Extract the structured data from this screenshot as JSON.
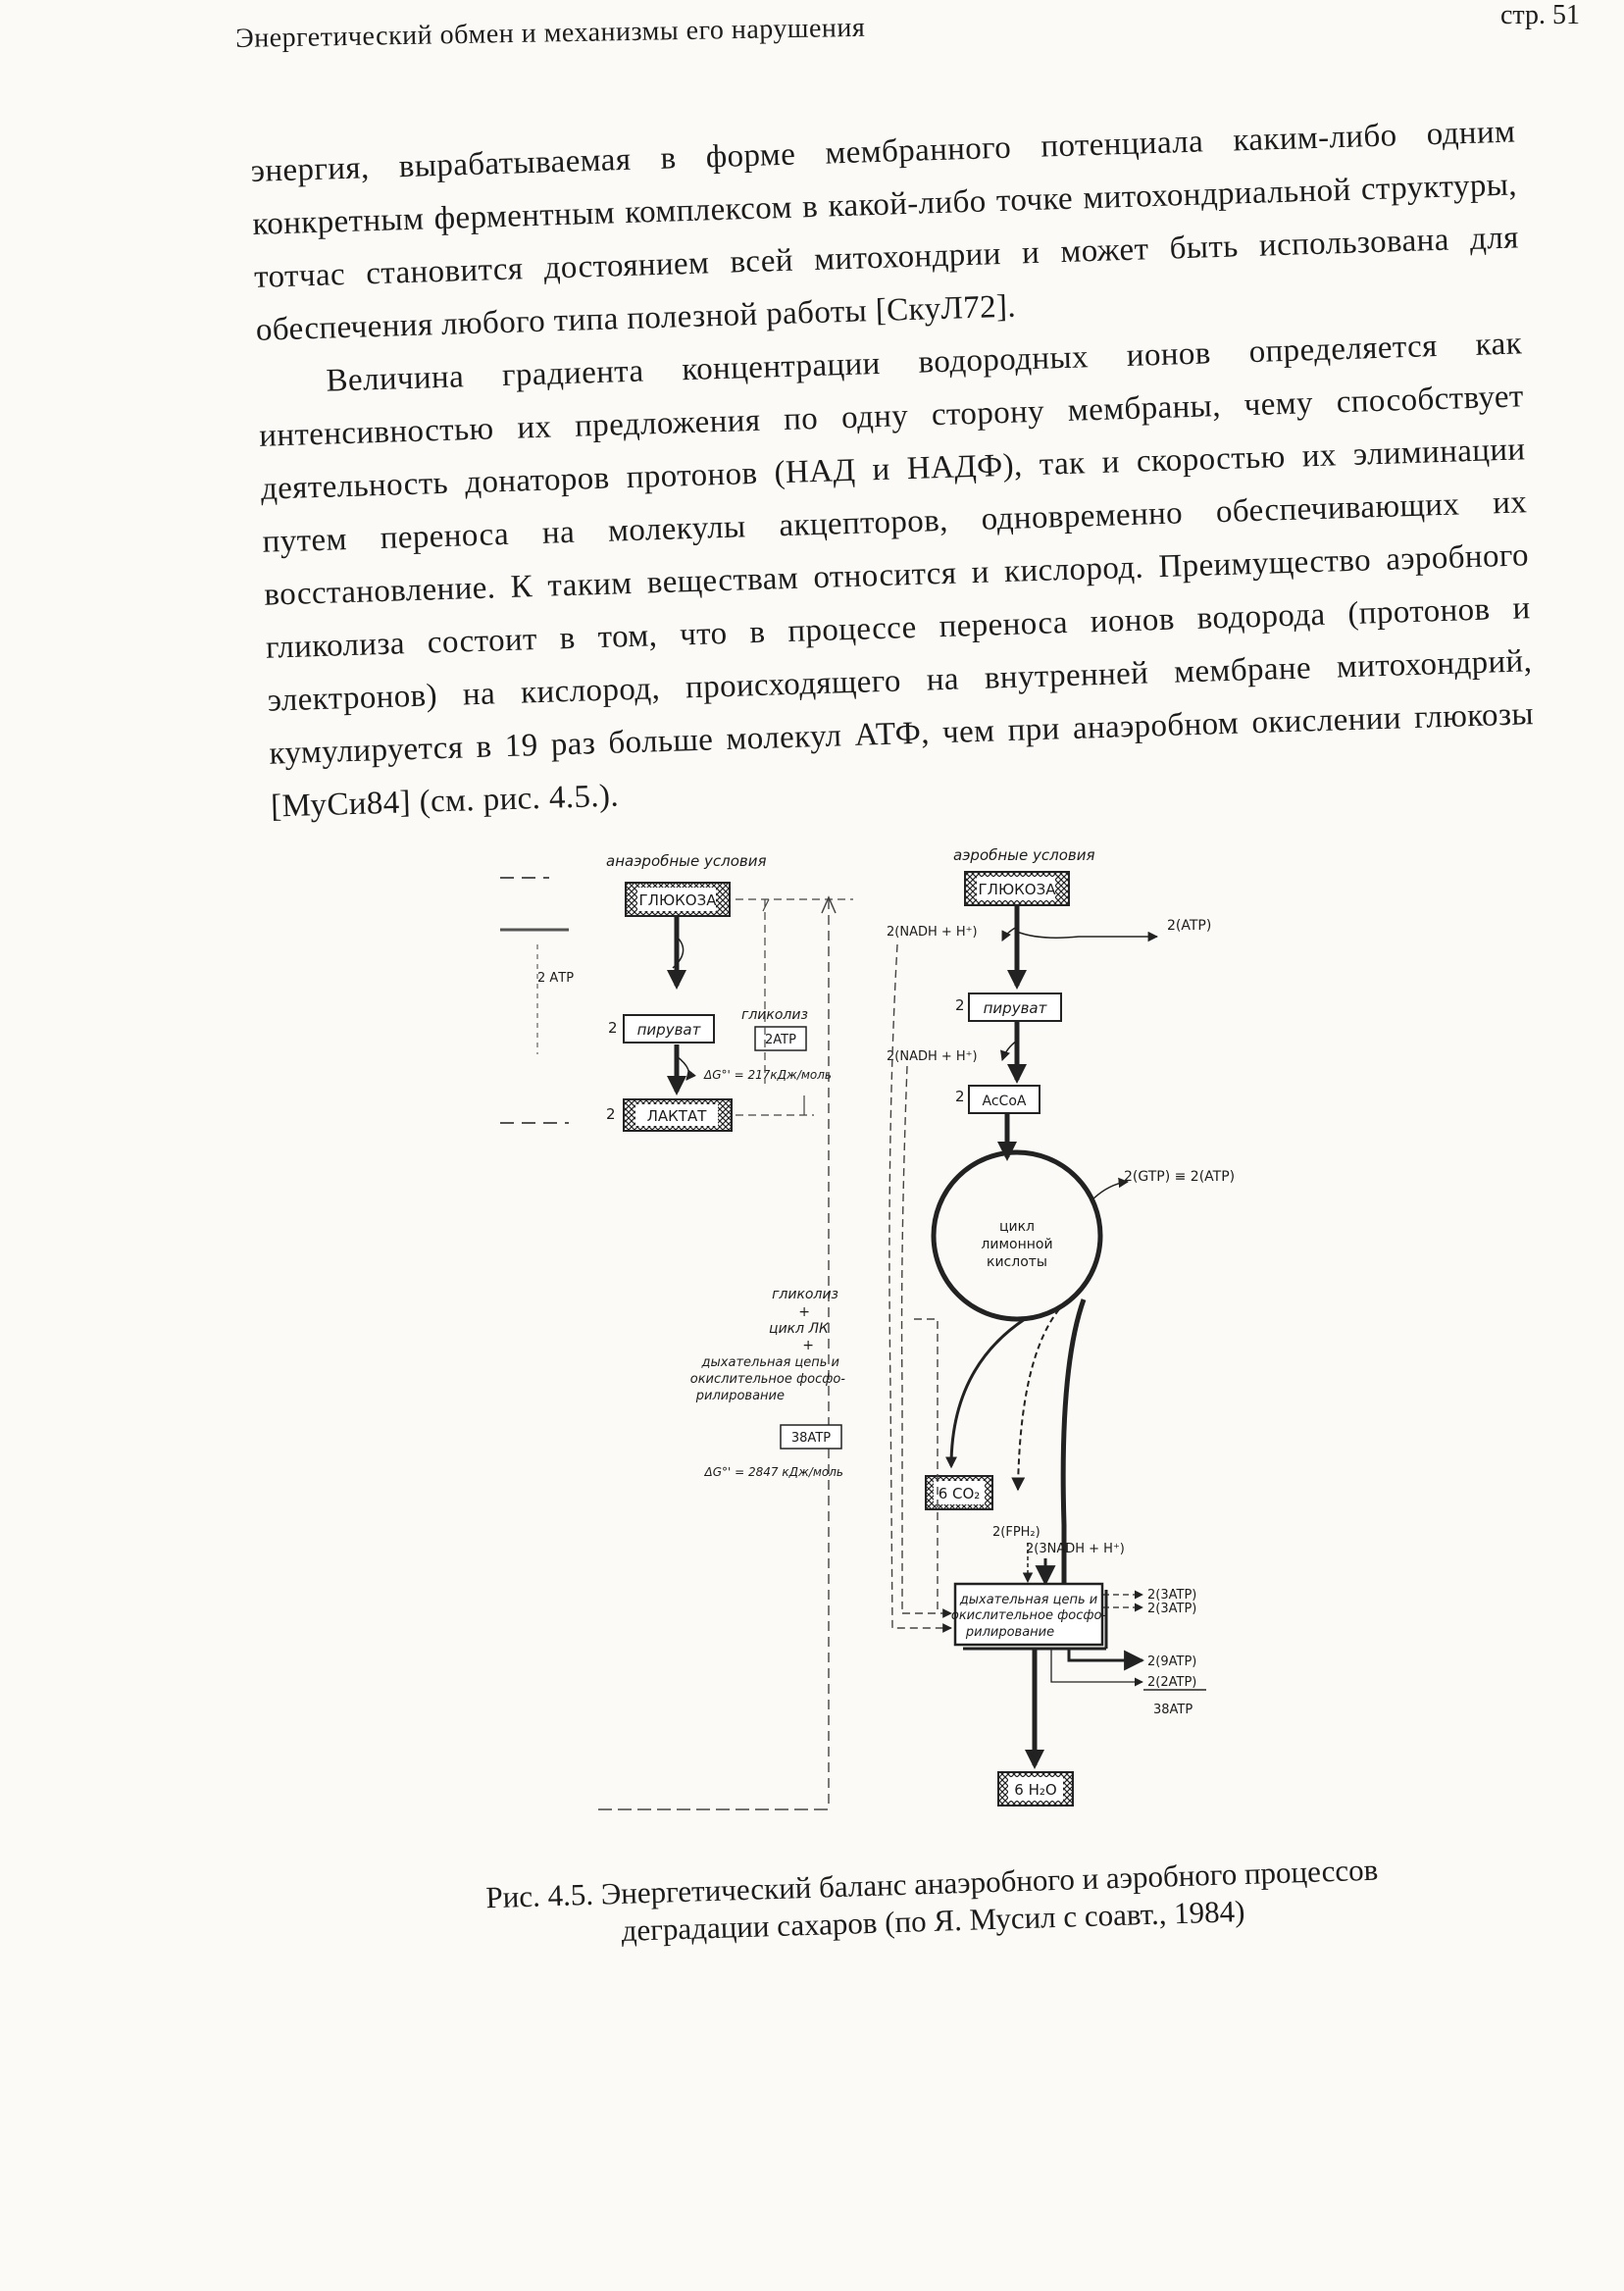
{
  "page_number": "стр. 51",
  "running_header": "Энергетический обмен и механизмы его нарушения",
  "paragraphs": [
    "энергия, вырабатываемая в форме мембранного потенциала каким-либо одним конкретным ферментным комплексом в какой-либо точке митохондриальной структуры, тотчас становится достоянием всей митохондрии и может быть использована для обеспечения любого типа полезной работы [СкуЛ72].",
    "Величина градиента концентрации водородных ионов определяется как интенсивностью их предложения по одну сторону мембраны, чему способствует деятельность донаторов протонов (НАД и НАДФ), так и скоростью их элиминации путем переноса на молекулы акцепторов, одновременно обеспечивающих их восстановление. К таким веществам относится и кислород. Преимущество аэробного гликолиза состоит в том, что в процессе переноса ионов водорода (протонов и электронов) на кислород, происходящего на внутренней мембране митохондрий, кумулируется в 19 раз больше молекул АТФ, чем при анаэробном окислении глюкозы [МуСи84] (см. рис. 4.5.)."
  ],
  "figure": {
    "anaerobic": {
      "heading": "анаэробные условия",
      "glucose": "ГЛЮКОЗА",
      "atp_used": "2 АТР",
      "pyruvate_coef": "2",
      "pyruvate": "пируват",
      "glycolysis": "гликолиз",
      "glycolysis_atp": "2ATP",
      "delta_g": "ΔG°' = 217кДж/моль",
      "lactate_coef": "2",
      "lactate": "ЛАКТАТ"
    },
    "aerobic": {
      "heading": "аэробные условия",
      "glucose": "ГЛЮКОЗА",
      "nadh1": "2(NADH + H⁺)",
      "atp1": "2(ATP)",
      "pyruvate_coef": "2",
      "pyruvate": "пируват",
      "nadh2": "2(NADH + H⁺)",
      "accoa_coef": "2",
      "accoa": "AcCoA",
      "gtp": "2(GTP) ≡ 2(ATP)",
      "cycle_line1": "цикл",
      "cycle_line2": "лимонной",
      "cycle_line3": "кислоты",
      "co2": "6 CO₂",
      "fph2": "2(FPH₂)",
      "nadh3": "2(3NADH + H⁺)",
      "resp_line1": "дыхательная цепь и",
      "resp_line2": "окислительное фосфо-",
      "resp_line3": "рилирование",
      "atp_out": [
        "2(3ATP)",
        "2(3ATP)",
        "2(9ATP)",
        "2(2ATP)"
      ],
      "atp_total": "38ATP",
      "water": "6 H₂O"
    },
    "summary": {
      "line1": "гликолиз",
      "plus1": "+",
      "line2": "цикл ЛК",
      "plus2": "+",
      "line3": "дыхательная цепь и",
      "line4": "окислительное фосфо-",
      "line5": "рилирование",
      "atp": "38ATP",
      "delta_g": "ΔG°' = 2847 кДж/моль"
    }
  },
  "caption": {
    "line1": "Рис. 4.5. Энергетический баланс анаэробного и аэробного процессов",
    "line2": "деградации сахаров (по Я. Мусил с соавт., 1984)"
  }
}
